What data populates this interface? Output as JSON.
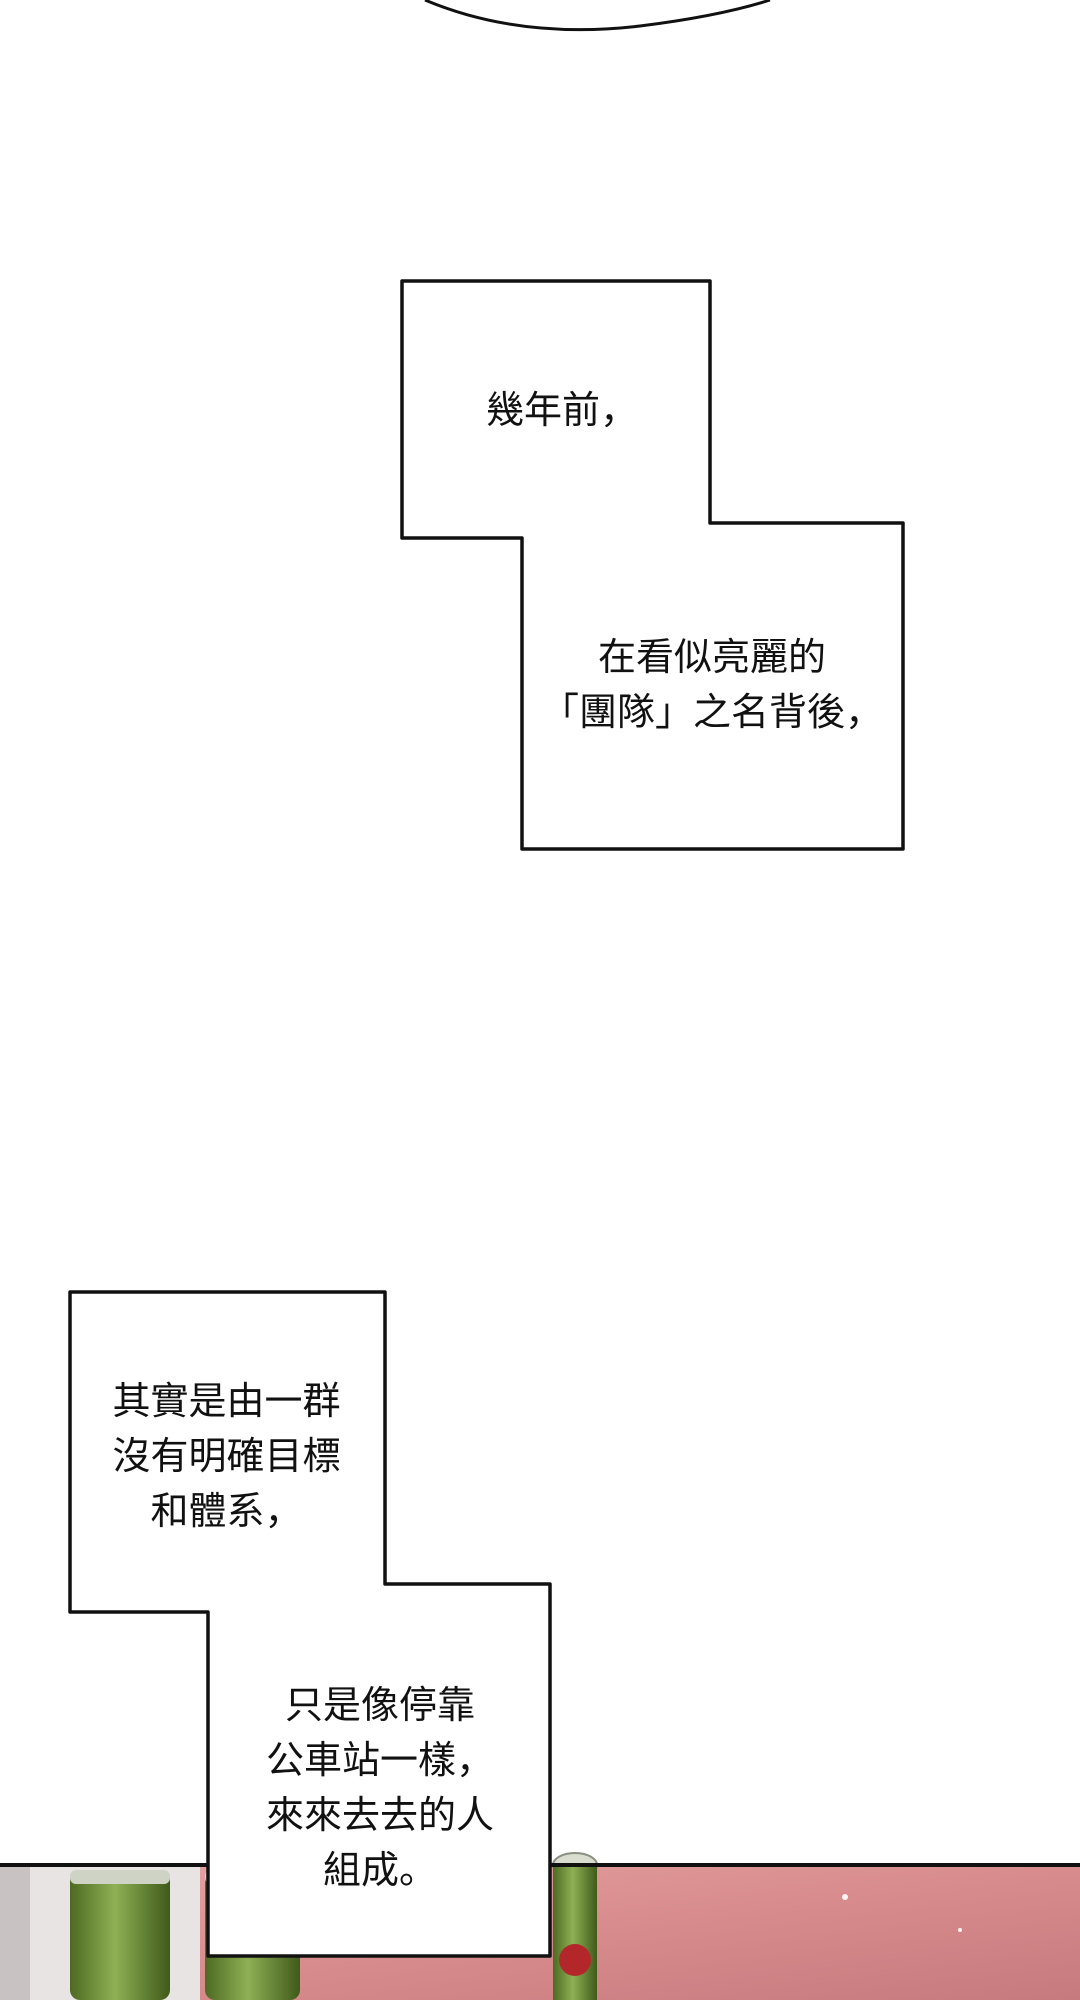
{
  "captions": [
    {
      "id": "caption-1",
      "text": "幾年前，"
    },
    {
      "id": "caption-2",
      "text": "在看似亮麗的\n「團隊」之名背後，"
    },
    {
      "id": "caption-3",
      "text": "其實是由一群\n沒有明確目標\n和體系，"
    },
    {
      "id": "caption-4",
      "text": "只是像停靠\n公車站一樣，\n來來去去的人\n組成。"
    }
  ],
  "colors": {
    "page_background": "#ffffff",
    "panel_border": "#111111",
    "scene_pink": "#d98a8c",
    "can_green": "#6f8f3a"
  }
}
